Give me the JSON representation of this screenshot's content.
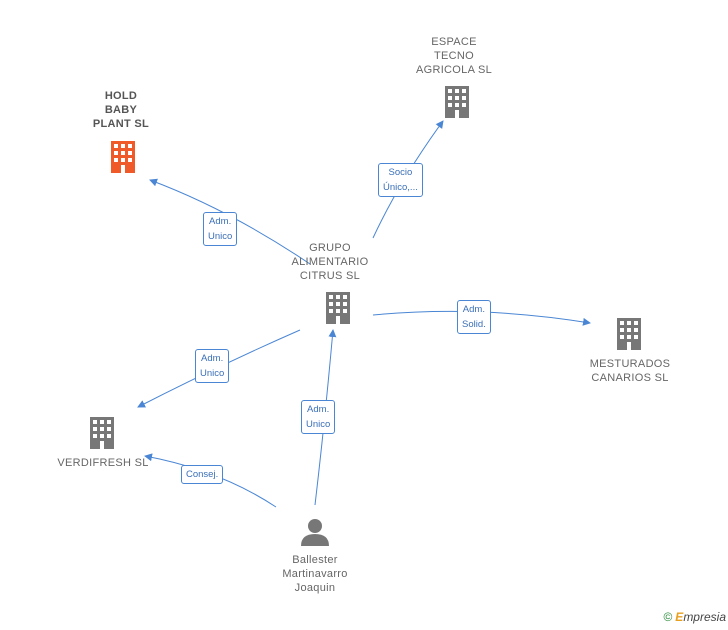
{
  "nodes": {
    "grupo": {
      "lines": [
        "GRUPO",
        "ALIMENTARIO",
        "CITRUS SL"
      ],
      "icon": "building-icon",
      "color": "#777777"
    },
    "espace": {
      "lines": [
        "ESPACE",
        "TECNO",
        "AGRICOLA SL"
      ],
      "icon": "building-icon",
      "color": "#777777"
    },
    "hold": {
      "lines": [
        "HOLD",
        "BABY",
        "PLANT SL"
      ],
      "icon": "building-icon",
      "color": "#f05a28"
    },
    "mesturados": {
      "lines": [
        "MESTURADOS",
        "CANARIOS SL"
      ],
      "icon": "building-icon",
      "color": "#777777"
    },
    "verdifresh": {
      "lines": [
        "VERDIFRESH SL"
      ],
      "icon": "building-icon",
      "color": "#777777"
    },
    "ballester": {
      "lines": [
        "Ballester",
        "Martinavarro",
        "Joaquin"
      ],
      "icon": "person-icon",
      "color": "#777777"
    }
  },
  "edges": {
    "socio": {
      "lines": [
        "Socio",
        "Único,..."
      ]
    },
    "hold_adm": {
      "lines": [
        "Adm.",
        "Unico"
      ]
    },
    "mest_adm": {
      "lines": [
        "Adm.",
        "Solid."
      ]
    },
    "verdi_adm": {
      "lines": [
        "Adm.",
        "Unico"
      ]
    },
    "person_adm": {
      "lines": [
        "Adm.",
        "Unico"
      ]
    },
    "consej": {
      "lines": [
        "Consej."
      ]
    }
  },
  "colors": {
    "edge": "#4a86d4",
    "icon": "#777777",
    "highlight": "#f05a28"
  },
  "footer": {
    "copyright": "©",
    "brand_first": "E",
    "brand_rest": "mpresia"
  }
}
